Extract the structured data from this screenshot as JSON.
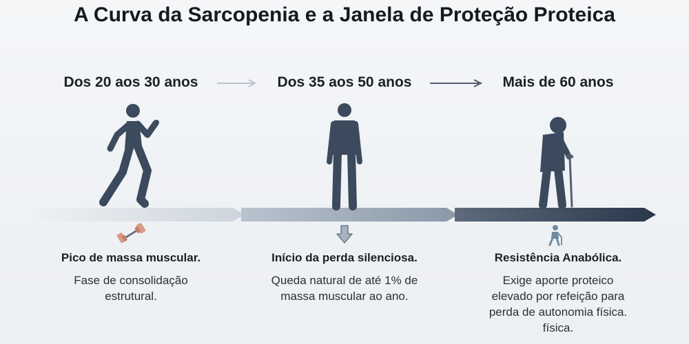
{
  "title": "A Curva da Sarcopenia e a Janela de Proteção Proteica",
  "stages": [
    {
      "period": "Dos 20 aos 30 anos",
      "heading": "Pico de massa muscular.",
      "description_lines": [
        "Fase de consolidação",
        "estrutural."
      ],
      "icon": "dumbbell-icon"
    },
    {
      "period": "Dos 35 aos 50 anos",
      "heading": "Início da perda silenciosa.",
      "description_lines": [
        "Queda natural de até 1% de",
        "massa muscular ao ano."
      ],
      "icon": "down-arrow-icon"
    },
    {
      "period": "Mais de 60 anos",
      "heading": "Resistência Anabólica.",
      "description_lines": [
        "Exige aporte proteico",
        "elevado por refeição para",
        "perda de autonomia física.",
        "física."
      ],
      "icon": "elderly-person-icon"
    }
  ],
  "colors": {
    "figure": "#3b4a5c",
    "timeline_light": "#dde2e8",
    "timeline_mid": "#a7b3c1",
    "timeline_dark": "#2f3d50"
  }
}
